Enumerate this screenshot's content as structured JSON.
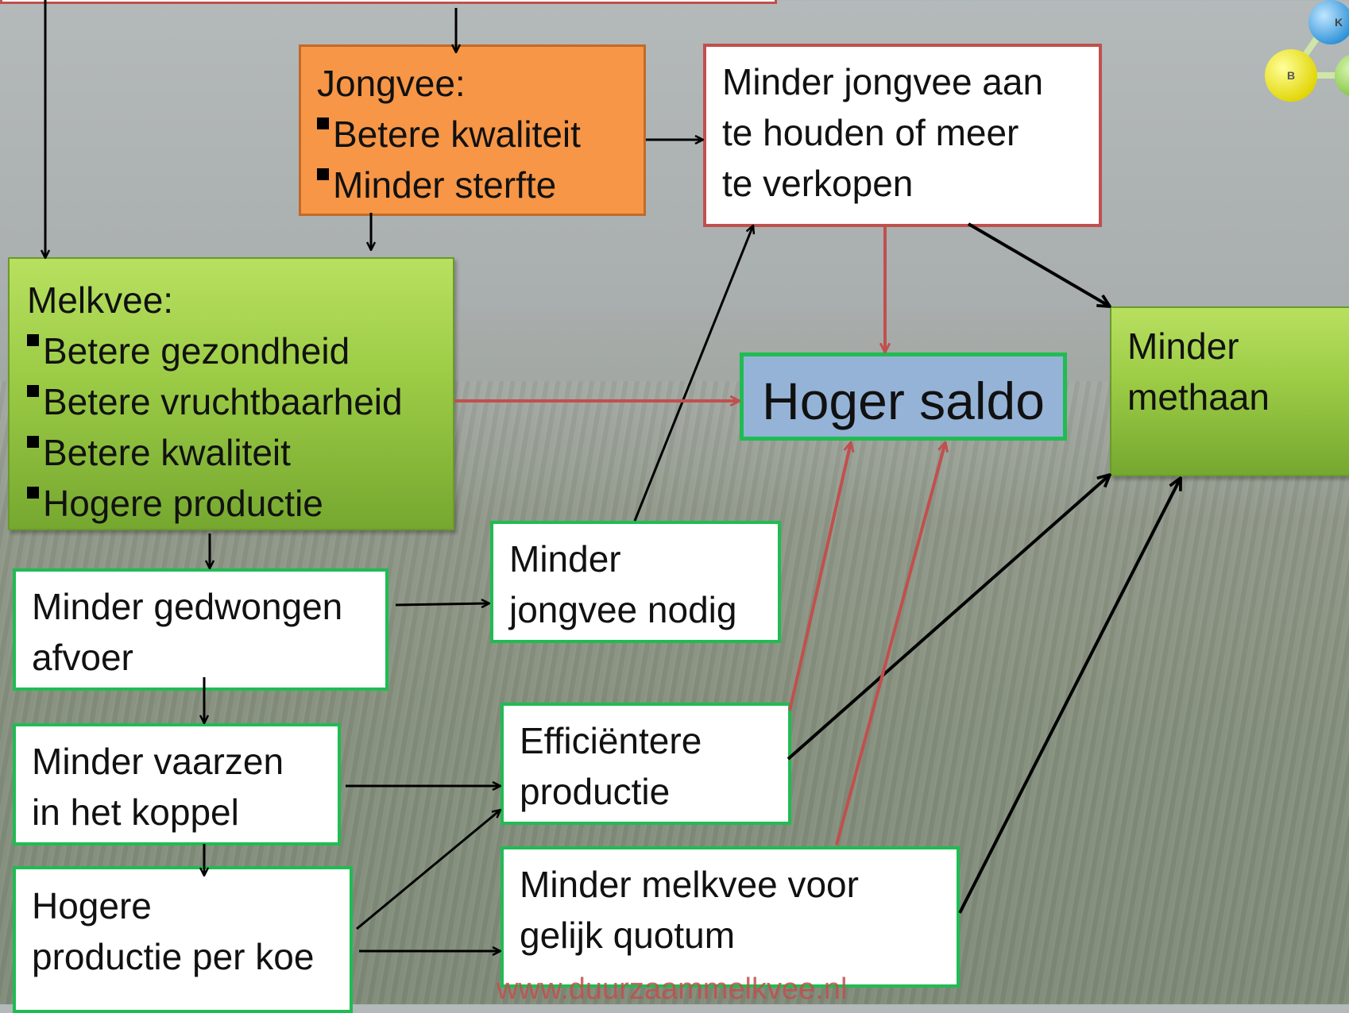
{
  "jongvee": {
    "title": "Jongvee:",
    "bullets": [
      "Betere kwaliteit",
      "Minder sterfte"
    ]
  },
  "minder_jongvee_aanhouden": [
    "Minder jongvee aan",
    "te houden of meer",
    "te verkopen"
  ],
  "melkvee": {
    "title": "Melkvee:",
    "bullets": [
      "Betere gezondheid",
      "Betere vruchtbaarheid",
      "Betere kwaliteit",
      "Hogere productie"
    ]
  },
  "hoger_saldo": "Hoger saldo",
  "minder_methaan": [
    "Minder",
    "methaan"
  ],
  "minder_jongvee_nodig": [
    "Minder",
    "jongvee nodig"
  ],
  "minder_gedwongen_afvoer": [
    "Minder gedwongen",
    "afvoer"
  ],
  "minder_vaarzen": [
    "Minder vaarzen",
    "in het koppel"
  ],
  "efficientere_productie": [
    "Efficiëntere",
    "productie"
  ],
  "hogere_productie_per_koe": [
    "Hogere",
    "productie per koe"
  ],
  "minder_melkvee": [
    "Minder melkvee voor",
    "gelijk quotum"
  ],
  "url": "www.duurzaammelkvee.nl",
  "logo": {
    "letters": [
      "K",
      "B"
    ]
  },
  "colors": {
    "red_border": "#c0504d",
    "green_border": "#1fbc52",
    "orange_fill": "#f79646",
    "green_fill": "#9bcb45",
    "blue_fill": "#95b3d7"
  }
}
